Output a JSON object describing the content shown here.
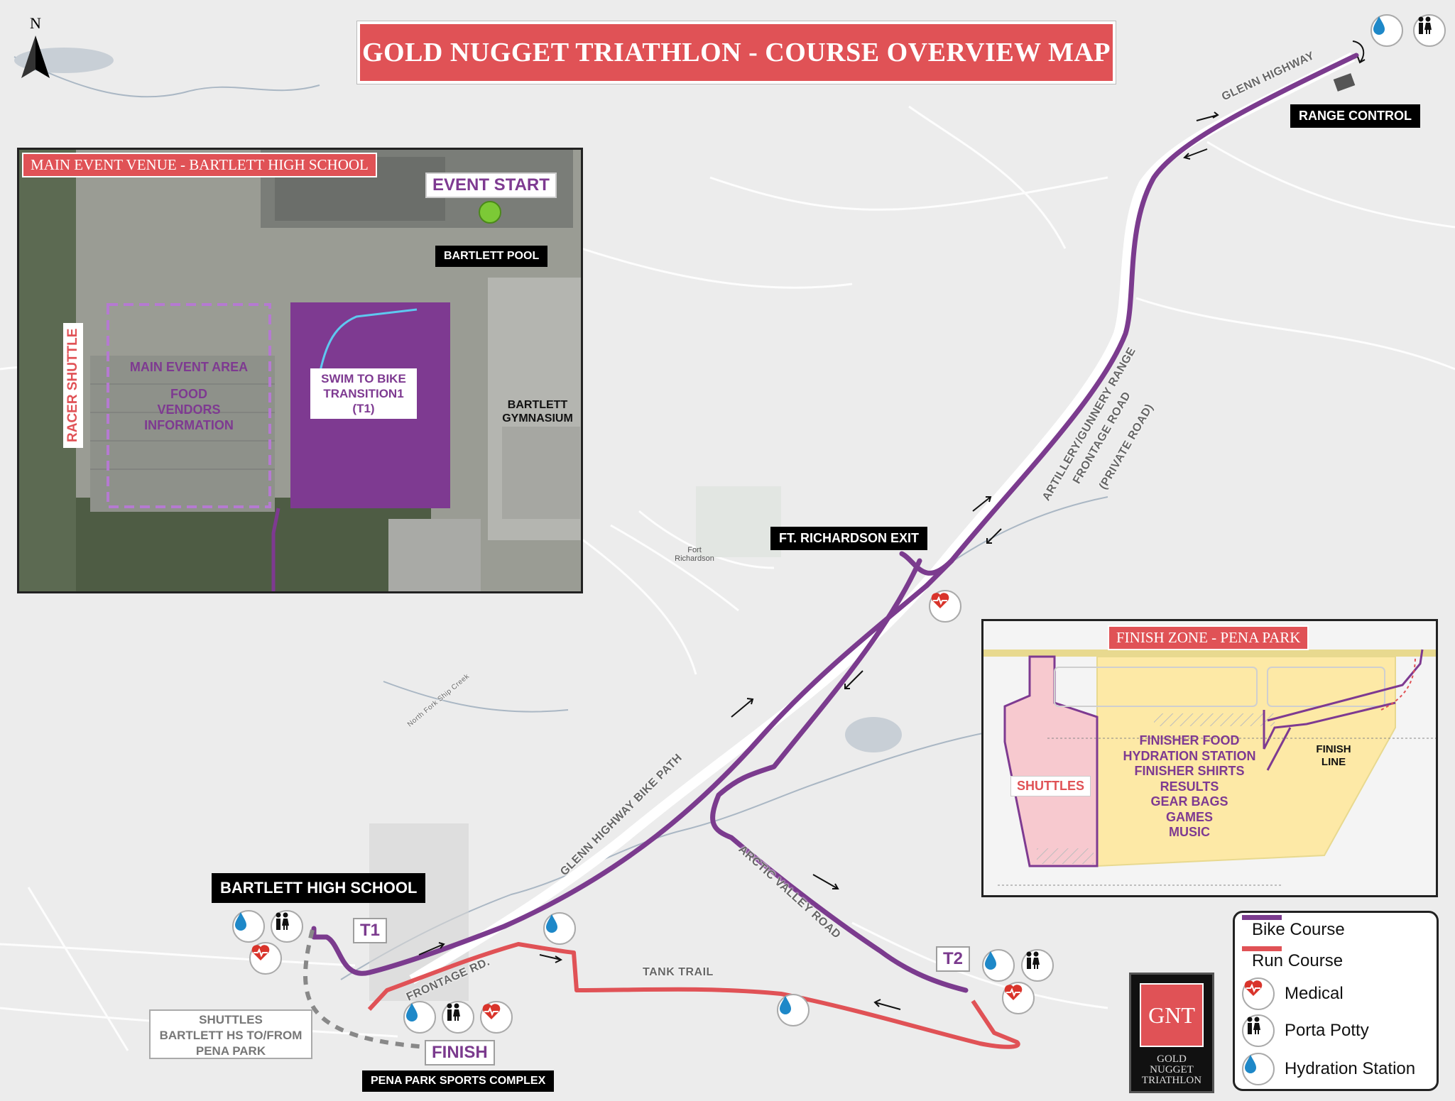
{
  "title": "GOLD NUGGET TRIATHLON - COURSE OVERVIEW MAP",
  "north_label": "N",
  "colors": {
    "bike_course": "#7b3b8e",
    "run_course": "#e05256",
    "hydration": "#1e88c8",
    "medical": "#d9342b",
    "title_bg": "#e05256",
    "venue_fill": "#7e3a91",
    "finish_zone_fill": "#fde9a6",
    "shuttle_zone_fill": "#f7c9cf"
  },
  "labels": {
    "range_control": "RANGE CONTROL",
    "ft_richardson_exit": "FT. RICHARDSON EXIT",
    "bartlett_high_school": "BARTLETT HIGH SCHOOL",
    "t1": "T1",
    "t2": "T2",
    "finish": "FINISH",
    "pena_park_sports_complex": "PENA PARK SPORTS COMPLEX",
    "shuttles_note_1": "SHUTTLES",
    "shuttles_note_2": "BARTLETT HS TO/FROM",
    "shuttles_note_3": "PENA PARK",
    "fort_richardson_1": "Fort",
    "fort_richardson_2": "Richardson"
  },
  "roads": {
    "glenn_highway": "GLENN HIGHWAY",
    "artillery_1": "ARTILLERY/GUNNERY RANGE",
    "artillery_2": "FRONTAGE ROAD",
    "artillery_3": "(PRIVATE ROAD)",
    "bike_path": "GLENN HIGHWAY BIKE PATH",
    "arctic_valley": "ARCTIC VALLEY ROAD",
    "frontage_rd": "FRONTAGE RD.",
    "tank_trail": "TANK TRAIL",
    "north_fork_ship_creek": "North Fork Ship Creek"
  },
  "venue_inset": {
    "title": "MAIN EVENT VENUE - BARTLETT HIGH SCHOOL",
    "event_start": "EVENT START",
    "bartlett_pool": "BARTLETT POOL",
    "racer_shuttle": "RACER SHUTTLE",
    "main_event_area": "MAIN EVENT AREA",
    "food": "FOOD",
    "vendors": "VENDORS",
    "information": "INFORMATION",
    "t1_line1": "SWIM TO BIKE",
    "t1_line2": "TRANSITION1",
    "t1_line3": "(T1)",
    "gym_line1": "BARTLETT",
    "gym_line2": "GYMNASIUM"
  },
  "finish_inset": {
    "title": "FINISH ZONE - PENA PARK",
    "shuttles": "SHUTTLES",
    "services": [
      "FINISHER FOOD",
      "HYDRATION STATION",
      "FINISHER SHIRTS",
      "RESULTS",
      "GEAR BAGS",
      "GAMES",
      "MUSIC"
    ],
    "finish_line_1": "FINISH",
    "finish_line_2": "LINE"
  },
  "legend": {
    "bike_course": "Bike Course",
    "run_course": "Run Course",
    "medical": "Medical",
    "porta_potty": "Porta Potty",
    "hydration_station": "Hydration Station"
  },
  "logo": {
    "mark": "GNT",
    "line1": "GOLD",
    "line2": "NUGGET",
    "line3": "TRIATHLON"
  },
  "icons": [
    "hydration-icon",
    "porta-potty-icon",
    "medical-icon",
    "north-arrow-icon"
  ]
}
